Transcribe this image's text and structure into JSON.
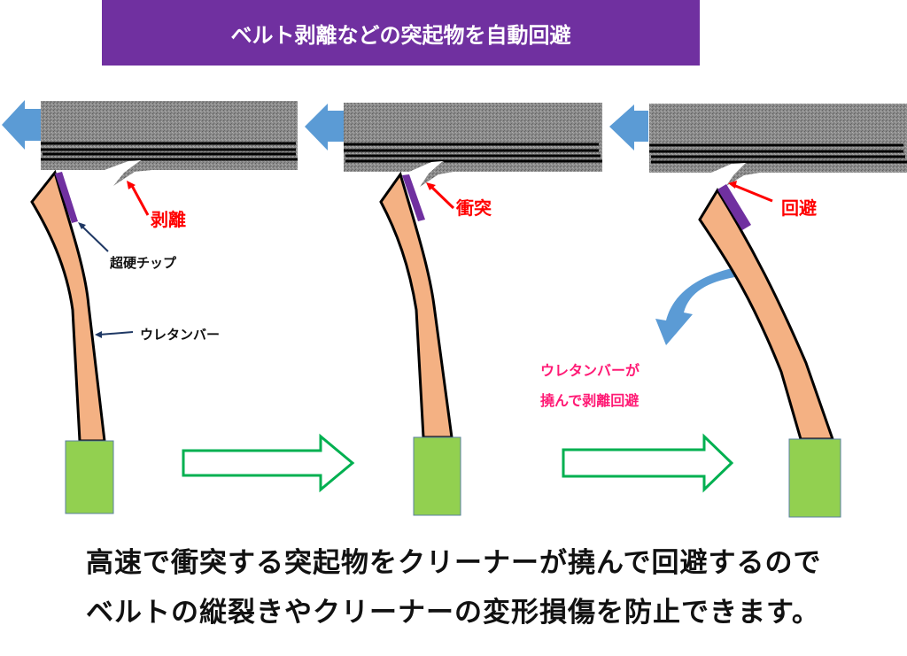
{
  "title": "ベルト剥離などの突起物を自動回避",
  "colors": {
    "title_bg": "#7030a0",
    "belt": "#8c8c8c",
    "belt_arrow": "#5b9bd5",
    "urethane_bar": "#f4b183",
    "carbide_tip": "#7030a0",
    "holder": "#92d050",
    "step_arrow": "#00b050",
    "label_red": "#ff0000",
    "label_pink": "#ff1a75",
    "pointer_navy": "#1f3864"
  },
  "panels": [
    {
      "state": "peeling",
      "label": "剥離"
    },
    {
      "state": "collision",
      "label": "衝突"
    },
    {
      "state": "avoidance",
      "label": "回避"
    }
  ],
  "annotations": {
    "carbide_tip": "超硬チップ",
    "urethane_bar": "ウレタンバー",
    "flex_note_line1": "ウレタンバーが",
    "flex_note_line2": "撓んで剥離回避"
  },
  "caption": {
    "line1": "高速で衝突する突起物をクリーナーが撓んで回避するので",
    "line2": "ベルトの縦裂きやクリーナーの変形損傷を防止できます。"
  }
}
